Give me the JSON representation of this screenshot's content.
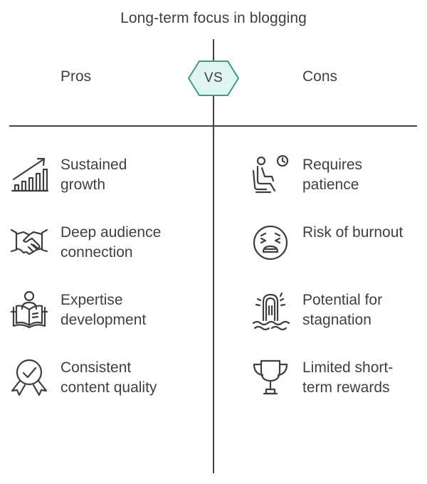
{
  "title": "Long-term focus in blogging",
  "badge": "VS",
  "pros": {
    "heading": "Pros",
    "items": [
      {
        "label": "Sustained\ngrowth",
        "icon": "growth-chart-icon"
      },
      {
        "label": "Deep audience\nconnection",
        "icon": "handshake-icon"
      },
      {
        "label": "Expertise\ndevelopment",
        "icon": "person-reading-icon"
      },
      {
        "label": "Consistent\ncontent quality",
        "icon": "quality-badge-icon"
      }
    ]
  },
  "cons": {
    "heading": "Cons",
    "items": [
      {
        "label": "Requires\npatience",
        "icon": "waiting-person-clock-icon"
      },
      {
        "label": "Risk of burnout",
        "icon": "exhausted-face-icon"
      },
      {
        "label": "Potential for\nstagnation",
        "icon": "stagnant-water-icon"
      },
      {
        "label": "Limited short-\nterm rewards",
        "icon": "trophy-icon"
      }
    ]
  },
  "colors": {
    "ink": "#3f3f3f",
    "badge_fill": "#dff5f0",
    "badge_stroke": "#3e9b83"
  }
}
